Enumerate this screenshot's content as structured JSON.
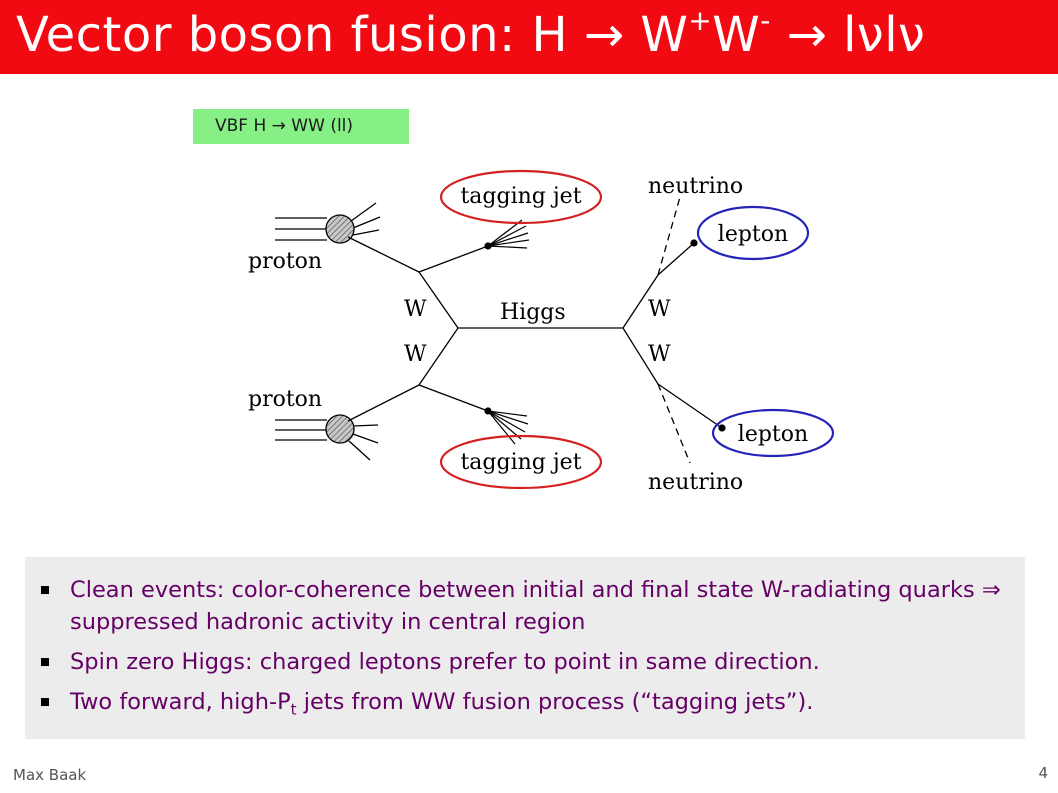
{
  "slide": {
    "title_prefix": "Vector boson fusion: H ",
    "title_arrow": "→",
    "title_w1": " W",
    "title_sup_plus": "+",
    "title_w2": "W",
    "title_sup_minus": "-",
    "title_final": " → lνlν"
  },
  "tag_label": "VBF H → WW (ll)",
  "diagram": {
    "labels": {
      "proton_top": "proton",
      "proton_bottom": "proton",
      "tagging_jet_top": "tagging jet",
      "tagging_jet_bottom": "tagging jet",
      "neutrino_top": "neutrino",
      "neutrino_bottom": "neutrino",
      "lepton_top": "lepton",
      "lepton_bottom": "lepton",
      "w_upper_left": "W",
      "w_lower_left": "W",
      "w_upper_right": "W",
      "w_lower_right": "W",
      "higgs": "Higgs"
    },
    "colors": {
      "jet_ellipse": "#d42020",
      "lepton_ellipse": "#2424b8",
      "proton_fill": "#b8b8b8"
    }
  },
  "bullets": [
    {
      "text": "Clean events: color-coherence between initial and final state W-radiating quarks ⇒ suppressed hadronic activity in central region"
    },
    {
      "text": "Spin zero Higgs: charged leptons prefer to point in same direction."
    },
    {
      "text_before": "Two forward, high-P",
      "subscript": "t",
      "text_after": " jets from WW fusion process (“tagging jets”)."
    }
  ],
  "footer": {
    "author": "Max Baak",
    "page": "4"
  },
  "colors": {
    "title_bg": "#f20a12",
    "tag_bg": "#86f086",
    "bullet_text": "#660066",
    "bullet_bg": "#ececec"
  }
}
